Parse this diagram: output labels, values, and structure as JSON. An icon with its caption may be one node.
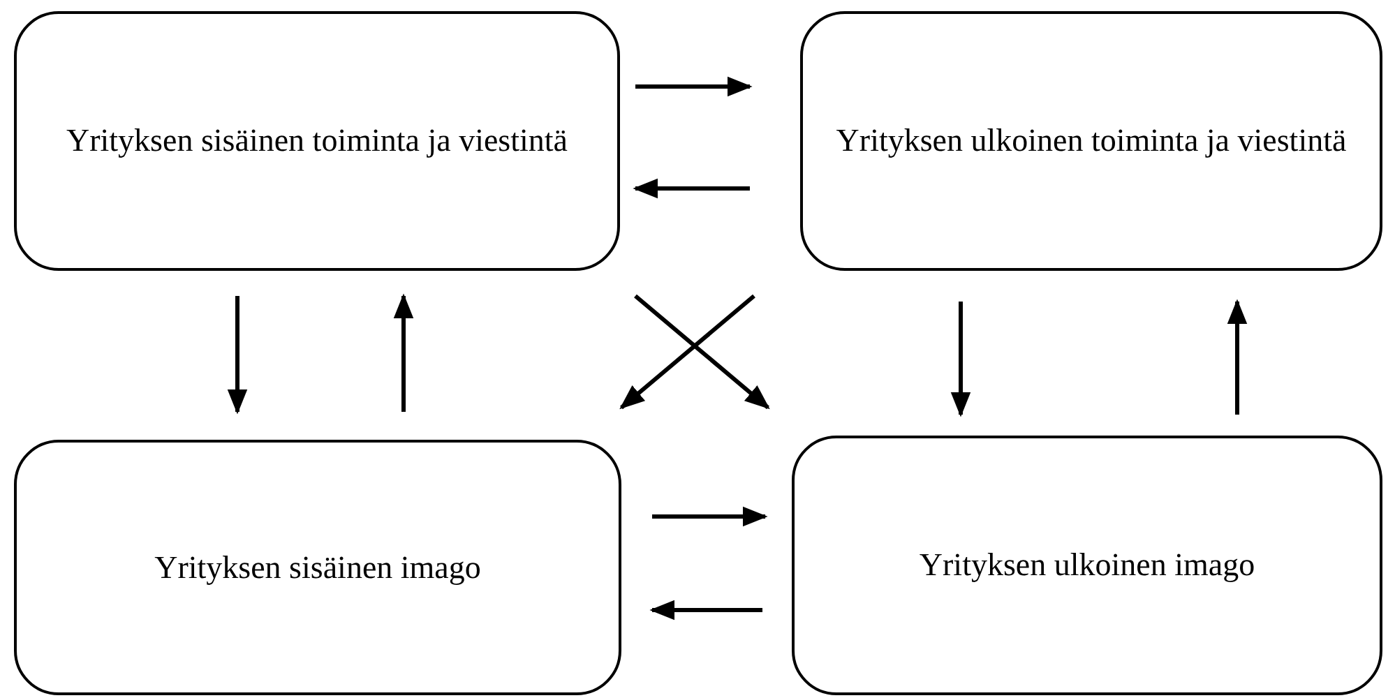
{
  "diagram": {
    "nodes": [
      {
        "text": [
          "Yrityksen sisäinen toiminta ja viestintä"
        ]
      },
      {
        "text": [
          "Yrityksen ulkoinen toiminta ja viestintä"
        ]
      },
      {
        "text": [
          "Yrityksen sisäinen imago"
        ]
      },
      {
        "text": [
          "Yrityksen ulkoinen imago"
        ]
      }
    ],
    "edges": [
      {
        "from": 0,
        "to": 1,
        "arrow": "to"
      },
      {
        "from": 1,
        "to": 0,
        "arrow": "to"
      },
      {
        "from": 0,
        "to": 2,
        "arrow": "to"
      },
      {
        "from": 2,
        "to": 0,
        "arrow": "to"
      },
      {
        "from": 1,
        "to": 2,
        "arrow": "to"
      },
      {
        "from": 0,
        "to": 3,
        "arrow": "to"
      },
      {
        "from": 1,
        "to": 3,
        "arrow": "to"
      },
      {
        "from": 3,
        "to": 1,
        "arrow": "to"
      },
      {
        "from": 2,
        "to": 3,
        "arrow": "to"
      },
      {
        "from": 3,
        "to": 2,
        "arrow": "to"
      }
    ]
  }
}
